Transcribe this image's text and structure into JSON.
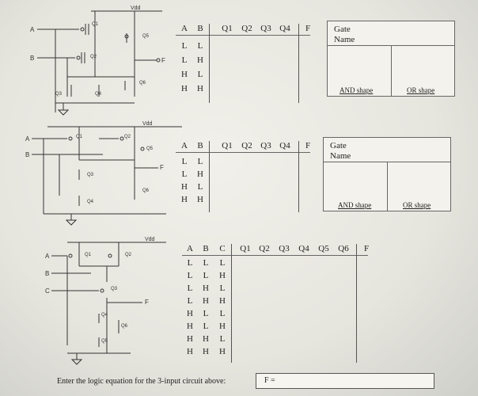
{
  "sections": [
    {
      "circuit": {
        "vdd": "Vdd",
        "inputs": [
          "A",
          "B"
        ],
        "transistors": [
          "Q1",
          "Q2",
          "Q3",
          "Q4",
          "Q5",
          "Q6"
        ],
        "output": "F"
      },
      "table": {
        "headers": [
          "A",
          "B",
          "Q1",
          "Q2",
          "Q3",
          "Q4",
          "F"
        ],
        "rows": [
          [
            "L",
            "L"
          ],
          [
            "L",
            "H"
          ],
          [
            "H",
            "L"
          ],
          [
            "H",
            "H"
          ]
        ]
      },
      "gate": {
        "title": "Gate\nName",
        "and_label": "AND shape",
        "or_label": "OR shape"
      }
    },
    {
      "circuit": {
        "vdd": "Vdd",
        "inputs": [
          "A",
          "B"
        ],
        "transistors": [
          "Q1",
          "Q2",
          "Q3",
          "Q4",
          "Q5",
          "Q6"
        ],
        "output": "F"
      },
      "table": {
        "headers": [
          "A",
          "B",
          "Q1",
          "Q2",
          "Q3",
          "Q4",
          "F"
        ],
        "rows": [
          [
            "L",
            "L"
          ],
          [
            "L",
            "H"
          ],
          [
            "H",
            "L"
          ],
          [
            "H",
            "H"
          ]
        ]
      },
      "gate": {
        "title": "Gate\nName",
        "and_label": "AND shape",
        "or_label": "OR shape"
      }
    },
    {
      "circuit": {
        "vdd": "Vdd",
        "inputs": [
          "A",
          "B",
          "C"
        ],
        "transistors": [
          "Q1",
          "Q2",
          "Q3",
          "Q4",
          "Q5",
          "Q6"
        ],
        "output": "F"
      },
      "table": {
        "headers": [
          "A",
          "B",
          "C",
          "Q1",
          "Q2",
          "Q3",
          "Q4",
          "Q5",
          "Q6",
          "F"
        ],
        "rows": [
          [
            "L",
            "L",
            "L"
          ],
          [
            "L",
            "L",
            "H"
          ],
          [
            "L",
            "H",
            "L"
          ],
          [
            "L",
            "H",
            "H"
          ],
          [
            "H",
            "L",
            "L"
          ],
          [
            "H",
            "L",
            "H"
          ],
          [
            "H",
            "H",
            "L"
          ],
          [
            "H",
            "H",
            "H"
          ]
        ]
      }
    }
  ],
  "equation": {
    "prompt": "Enter the logic equation for the 3-input circuit above:",
    "value": "F ="
  }
}
